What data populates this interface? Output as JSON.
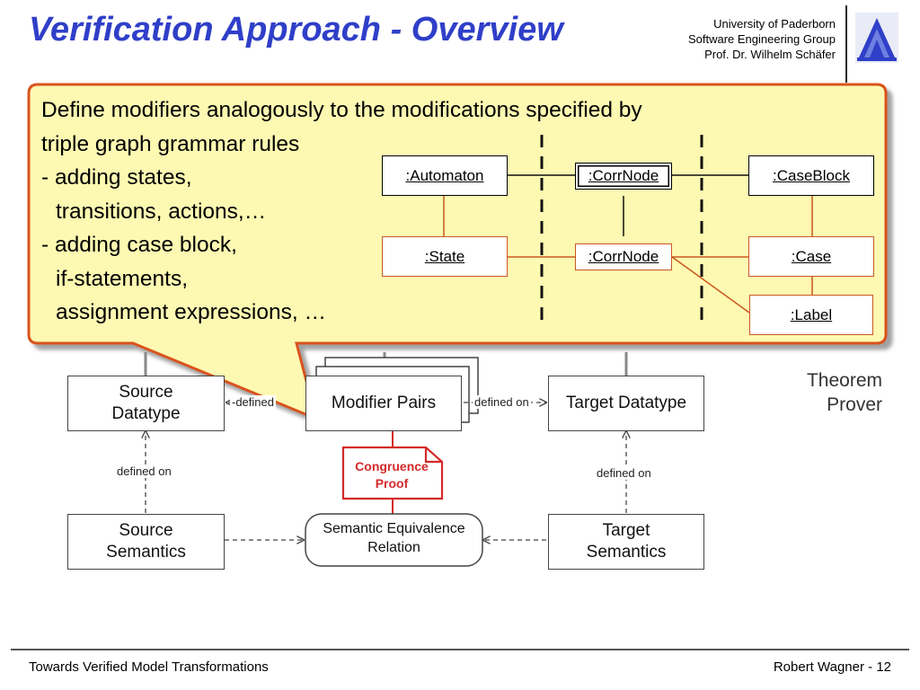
{
  "slide": {
    "title": "Verification Approach - Overview",
    "affiliation": [
      "University of Paderborn",
      "Software Engineering Group",
      "Prof. Dr. Wilhelm Schäfer"
    ],
    "footer_left": "Towards Verified Model Transformations",
    "footer_right": "Robert Wagner - 12"
  },
  "callout": {
    "lines": [
      "Define modifiers analogously to the modifications specified by",
      "triple graph grammar rules",
      "- adding states,",
      "transitions, actions,…",
      "- adding case block,",
      "if-statements,",
      "assignment expressions, …"
    ],
    "nodes": {
      "automaton": ":Automaton",
      "corrnode_top": ":CorrNode",
      "caseblock": ":CaseBlock",
      "state": ":State",
      "corrnode_bottom": ":CorrNode",
      "case": ":Case",
      "label": ":Label"
    }
  },
  "diagram": {
    "source_datatype": [
      "Source",
      "Datatype"
    ],
    "modifier_pairs": "Modifier Pairs",
    "target_datatype": "Target Datatype",
    "source_semantics": [
      "Source",
      "Semantics"
    ],
    "semantic_equivalence": [
      "Semantic Equivalence",
      "Relation"
    ],
    "target_semantics": [
      "Target",
      "Semantics"
    ],
    "congruence_proof": [
      "Congruence",
      "Proof"
    ],
    "theorem_prover": [
      "Theorem",
      "Prover"
    ],
    "edge_labels": {
      "defined_on_left_partial": "-defined",
      "defined_on_right": "defined on",
      "defined_on_source": "defined on",
      "defined_on_target": "defined on"
    }
  },
  "colors": {
    "title": "#2f3fc8",
    "callout_fill": "#fdf9b2",
    "callout_border": "#d9531e",
    "proof": "#d42a2a",
    "orange_node": "#c9581f"
  }
}
